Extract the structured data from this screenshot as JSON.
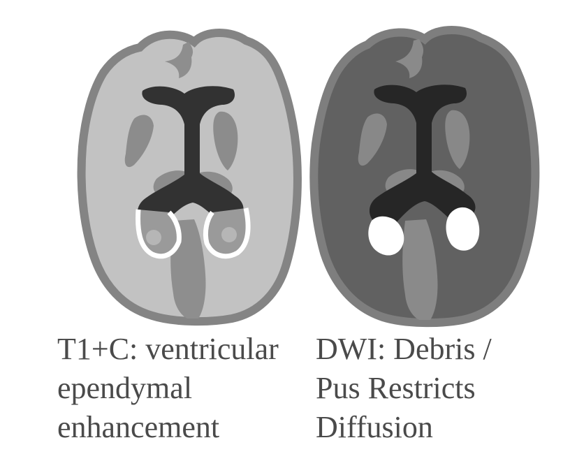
{
  "figure": {
    "panels": [
      {
        "id": "t1c",
        "caption_lines": [
          "T1+C: ventricular",
          "ependymal",
          "enhancement"
        ],
        "colors": {
          "outline": "#848484",
          "parenchyma": "#c2c2c2",
          "ventricle": "#323232",
          "deep_gray": "#8c8c8c",
          "fissure": "#8e8e8e",
          "ependymal_rim": "#ffffff"
        }
      },
      {
        "id": "dwi",
        "caption_lines": [
          "DWI: Debris /",
          "Pus Restricts",
          "Diffusion"
        ],
        "colors": {
          "outline": "#7e7e7e",
          "parenchyma": "#616161",
          "ventricle": "#262626",
          "deep_gray": "#888888",
          "fissure": "#8a8a8a",
          "restricted_debris": "#ffffff"
        }
      }
    ]
  }
}
